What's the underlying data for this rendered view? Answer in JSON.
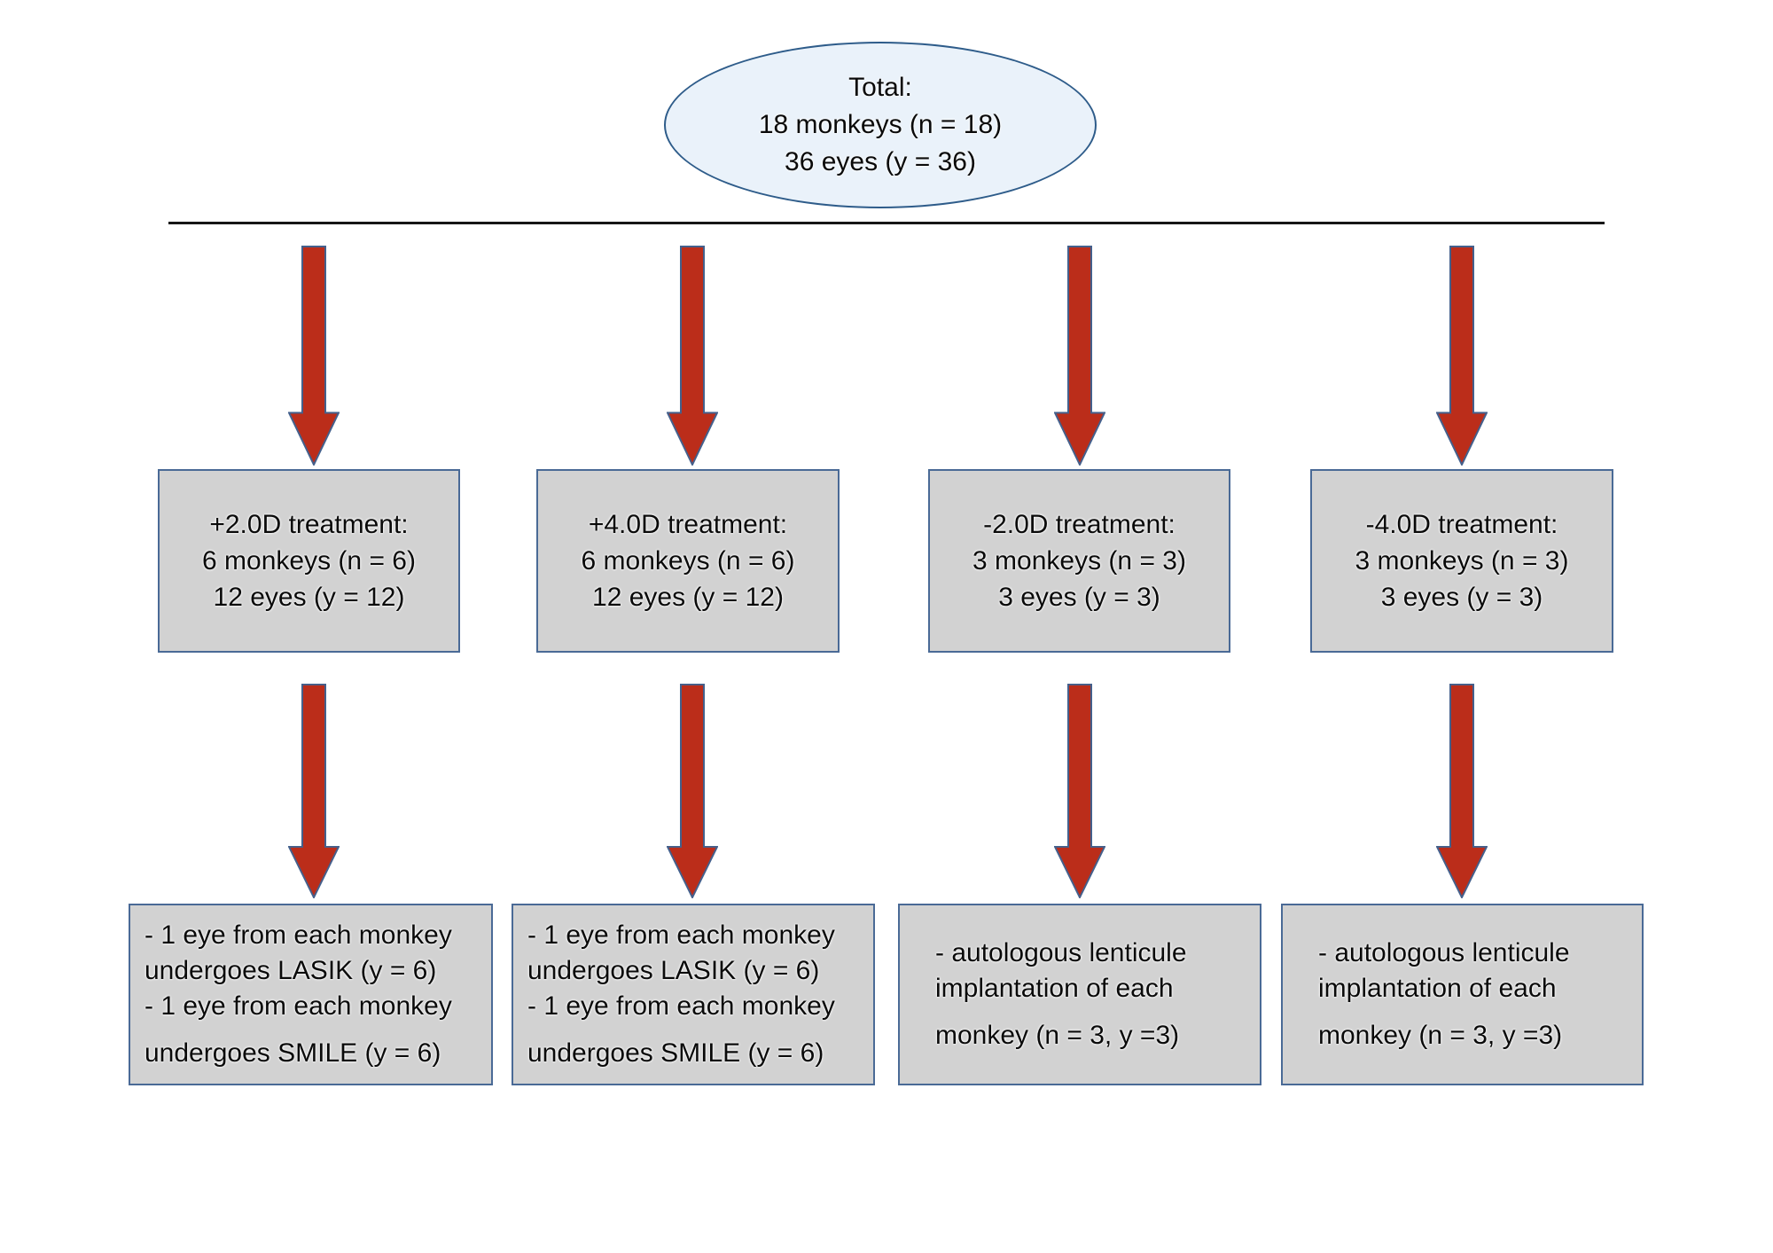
{
  "diagram": {
    "title_node": {
      "shape": "ellipse",
      "lines": [
        "Total:",
        "18 monkeys (n = 18)",
        "36 eyes (y = 36)"
      ]
    },
    "row1": [
      {
        "lines": [
          "+2.0D treatment:",
          "6 monkeys (n = 6)",
          "12 eyes (y = 12)"
        ]
      },
      {
        "lines": [
          "+4.0D treatment:",
          "6 monkeys (n = 6)",
          "12 eyes (y = 12)"
        ]
      },
      {
        "lines": [
          "-2.0D treatment:",
          "3 monkeys (n = 3)",
          "3 eyes (y = 3)"
        ]
      },
      {
        "lines": [
          "-4.0D treatment:",
          "3 monkeys (n = 3)",
          "3 eyes (y = 3)"
        ]
      }
    ],
    "row2": [
      {
        "lines": [
          "- 1 eye from each monkey",
          "undergoes LASIK (y = 6)",
          "- 1 eye from each monkey",
          "undergoes SMILE (y = 6)"
        ]
      },
      {
        "lines": [
          "- 1 eye from each monkey",
          "undergoes LASIK (y = 6)",
          "- 1 eye from each monkey",
          "undergoes SMILE (y = 6)"
        ]
      },
      {
        "lines": [
          "- autologous lenticule",
          "implantation of each",
          "monkey (n = 3, y =3)"
        ]
      },
      {
        "lines": [
          "- autologous lenticule",
          "implantation of each",
          "monkey (n = 3, y =3)"
        ]
      }
    ],
    "colors": {
      "background": "#ffffff",
      "ellipse_fill": "#eaf2fa",
      "ellipse_stroke": "#2e5c8a",
      "box_fill": "#d2d2d2",
      "box_stroke": "#4a6a96",
      "arrow_fill": "#bb2d1a",
      "arrow_stroke": "#44608c",
      "divider": "#161616",
      "text": "#0a0a0a"
    }
  }
}
